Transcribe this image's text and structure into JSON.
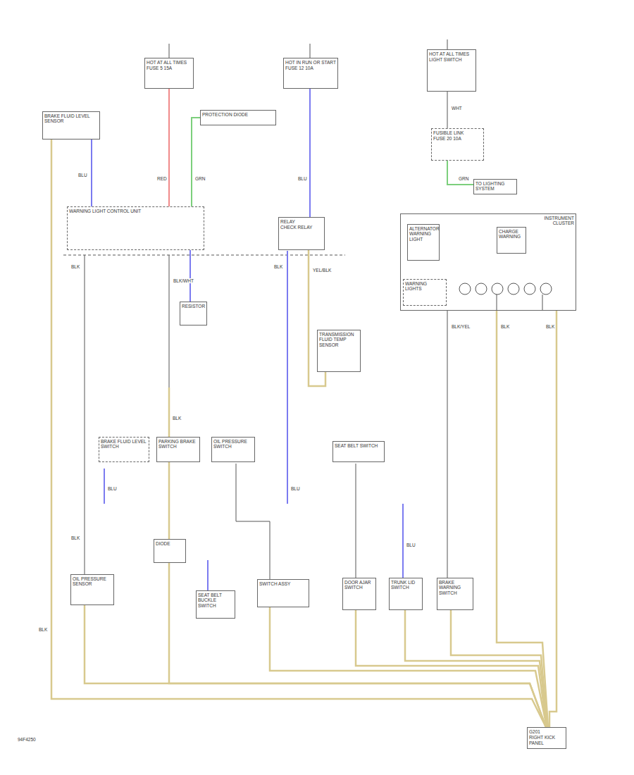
{
  "diagram": {
    "nodes": [
      {
        "text": [
          "HOT AT ALL TIMES",
          "FUSE 5 15A"
        ]
      },
      {
        "text": [
          "HOT IN RUN OR START",
          "FUSE 12 10A"
        ]
      },
      {
        "text": [
          "HOT AT ALL TIMES",
          "LIGHT SWITCH"
        ]
      },
      {
        "text": [
          "FUSIBLE LINK",
          "FUSE 20 10A"
        ]
      },
      {
        "text": [
          "TO LIGHTING SYSTEM"
        ]
      },
      {
        "text": [
          "BRAKE FLUID LEVEL SENSOR"
        ]
      },
      {
        "text": [
          "PROTECTION DIODE"
        ]
      },
      {
        "text": [
          "WARNING LIGHT CONTROL UNIT"
        ]
      },
      {
        "text": [
          "RELAY",
          "CHECK RELAY"
        ]
      },
      {
        "text": [
          "INSTRUMENT CLUSTER"
        ]
      },
      {
        "text": [
          "ALTERNATOR WARNING LIGHT"
        ],
        "in": 9
      },
      {
        "text": [
          "CHARGE WARNING"
        ],
        "in": 9
      },
      {
        "text": [
          "WARNING LIGHTS"
        ],
        "in": 9
      },
      {
        "text": [
          "RESISTOR"
        ]
      },
      {
        "text": [
          "TRANSMISSION FLUID TEMP SENSOR"
        ]
      },
      {
        "text": [
          "BRAKE FLUID LEVEL SWITCH"
        ]
      },
      {
        "text": [
          "PARKING BRAKE SWITCH"
        ]
      },
      {
        "text": [
          "OIL PRESSURE SWITCH"
        ]
      },
      {
        "text": [
          "SEAT BELT SWITCH"
        ]
      },
      {
        "text": [
          "OIL PRESSURE SENSOR"
        ]
      },
      {
        "text": [
          "DIODE"
        ]
      },
      {
        "text": [
          "SEAT BELT BUCKLE SWITCH"
        ]
      },
      {
        "text": [
          "SWITCH ASSY"
        ]
      },
      {
        "text": [
          "DOOR AJAR SWITCH"
        ]
      },
      {
        "text": [
          "TRUNK LID SWITCH"
        ]
      },
      {
        "text": [
          "BRAKE WARNING SWITCH"
        ]
      },
      {
        "text": [
          "G201",
          "RIGHT KICK PANEL"
        ]
      }
    ],
    "edges": [
      {
        "from": 0,
        "to": 7,
        "arrow": "none"
      },
      {
        "from": 1,
        "to": 8,
        "arrow": "none"
      },
      {
        "from": 5,
        "to": 7,
        "arrow": "none"
      },
      {
        "from": 6,
        "to": 7,
        "arrow": "none"
      },
      {
        "from": 3,
        "to": 4,
        "arrow": "none"
      },
      {
        "from": 7,
        "to": 13,
        "arrow": "none"
      },
      {
        "from": 14,
        "to": 8,
        "arrow": "none"
      },
      {
        "from": 5,
        "to": 26,
        "arrow": "none"
      },
      {
        "from": 19,
        "to": 26,
        "arrow": "none"
      },
      {
        "from": 20,
        "to": 26,
        "arrow": "none"
      },
      {
        "from": 22,
        "to": 26,
        "arrow": "none"
      },
      {
        "from": 23,
        "to": 26,
        "arrow": "none"
      },
      {
        "from": 24,
        "to": 26,
        "arrow": "none"
      },
      {
        "from": 25,
        "to": 26,
        "arrow": "none"
      },
      {
        "from": 9,
        "to": 26,
        "arrow": "none"
      },
      {
        "from": 9,
        "to": 26,
        "arrow": "none"
      },
      {
        "from": 16,
        "to": 20,
        "arrow": "none"
      },
      {
        "from": 2,
        "to": 3,
        "arrow": "none"
      }
    ],
    "labels": [
      "BLU",
      "RED",
      "GRN",
      "BLU",
      "BLK",
      "BLK",
      "YEL/BLK",
      "BLK/WHT",
      "BLK",
      "BLK",
      "BLK",
      "BLU",
      "BLU",
      "BLU",
      "BLK/YEL",
      "BLK",
      "BLK",
      "GRN",
      "WHT",
      "94F4250"
    ]
  }
}
